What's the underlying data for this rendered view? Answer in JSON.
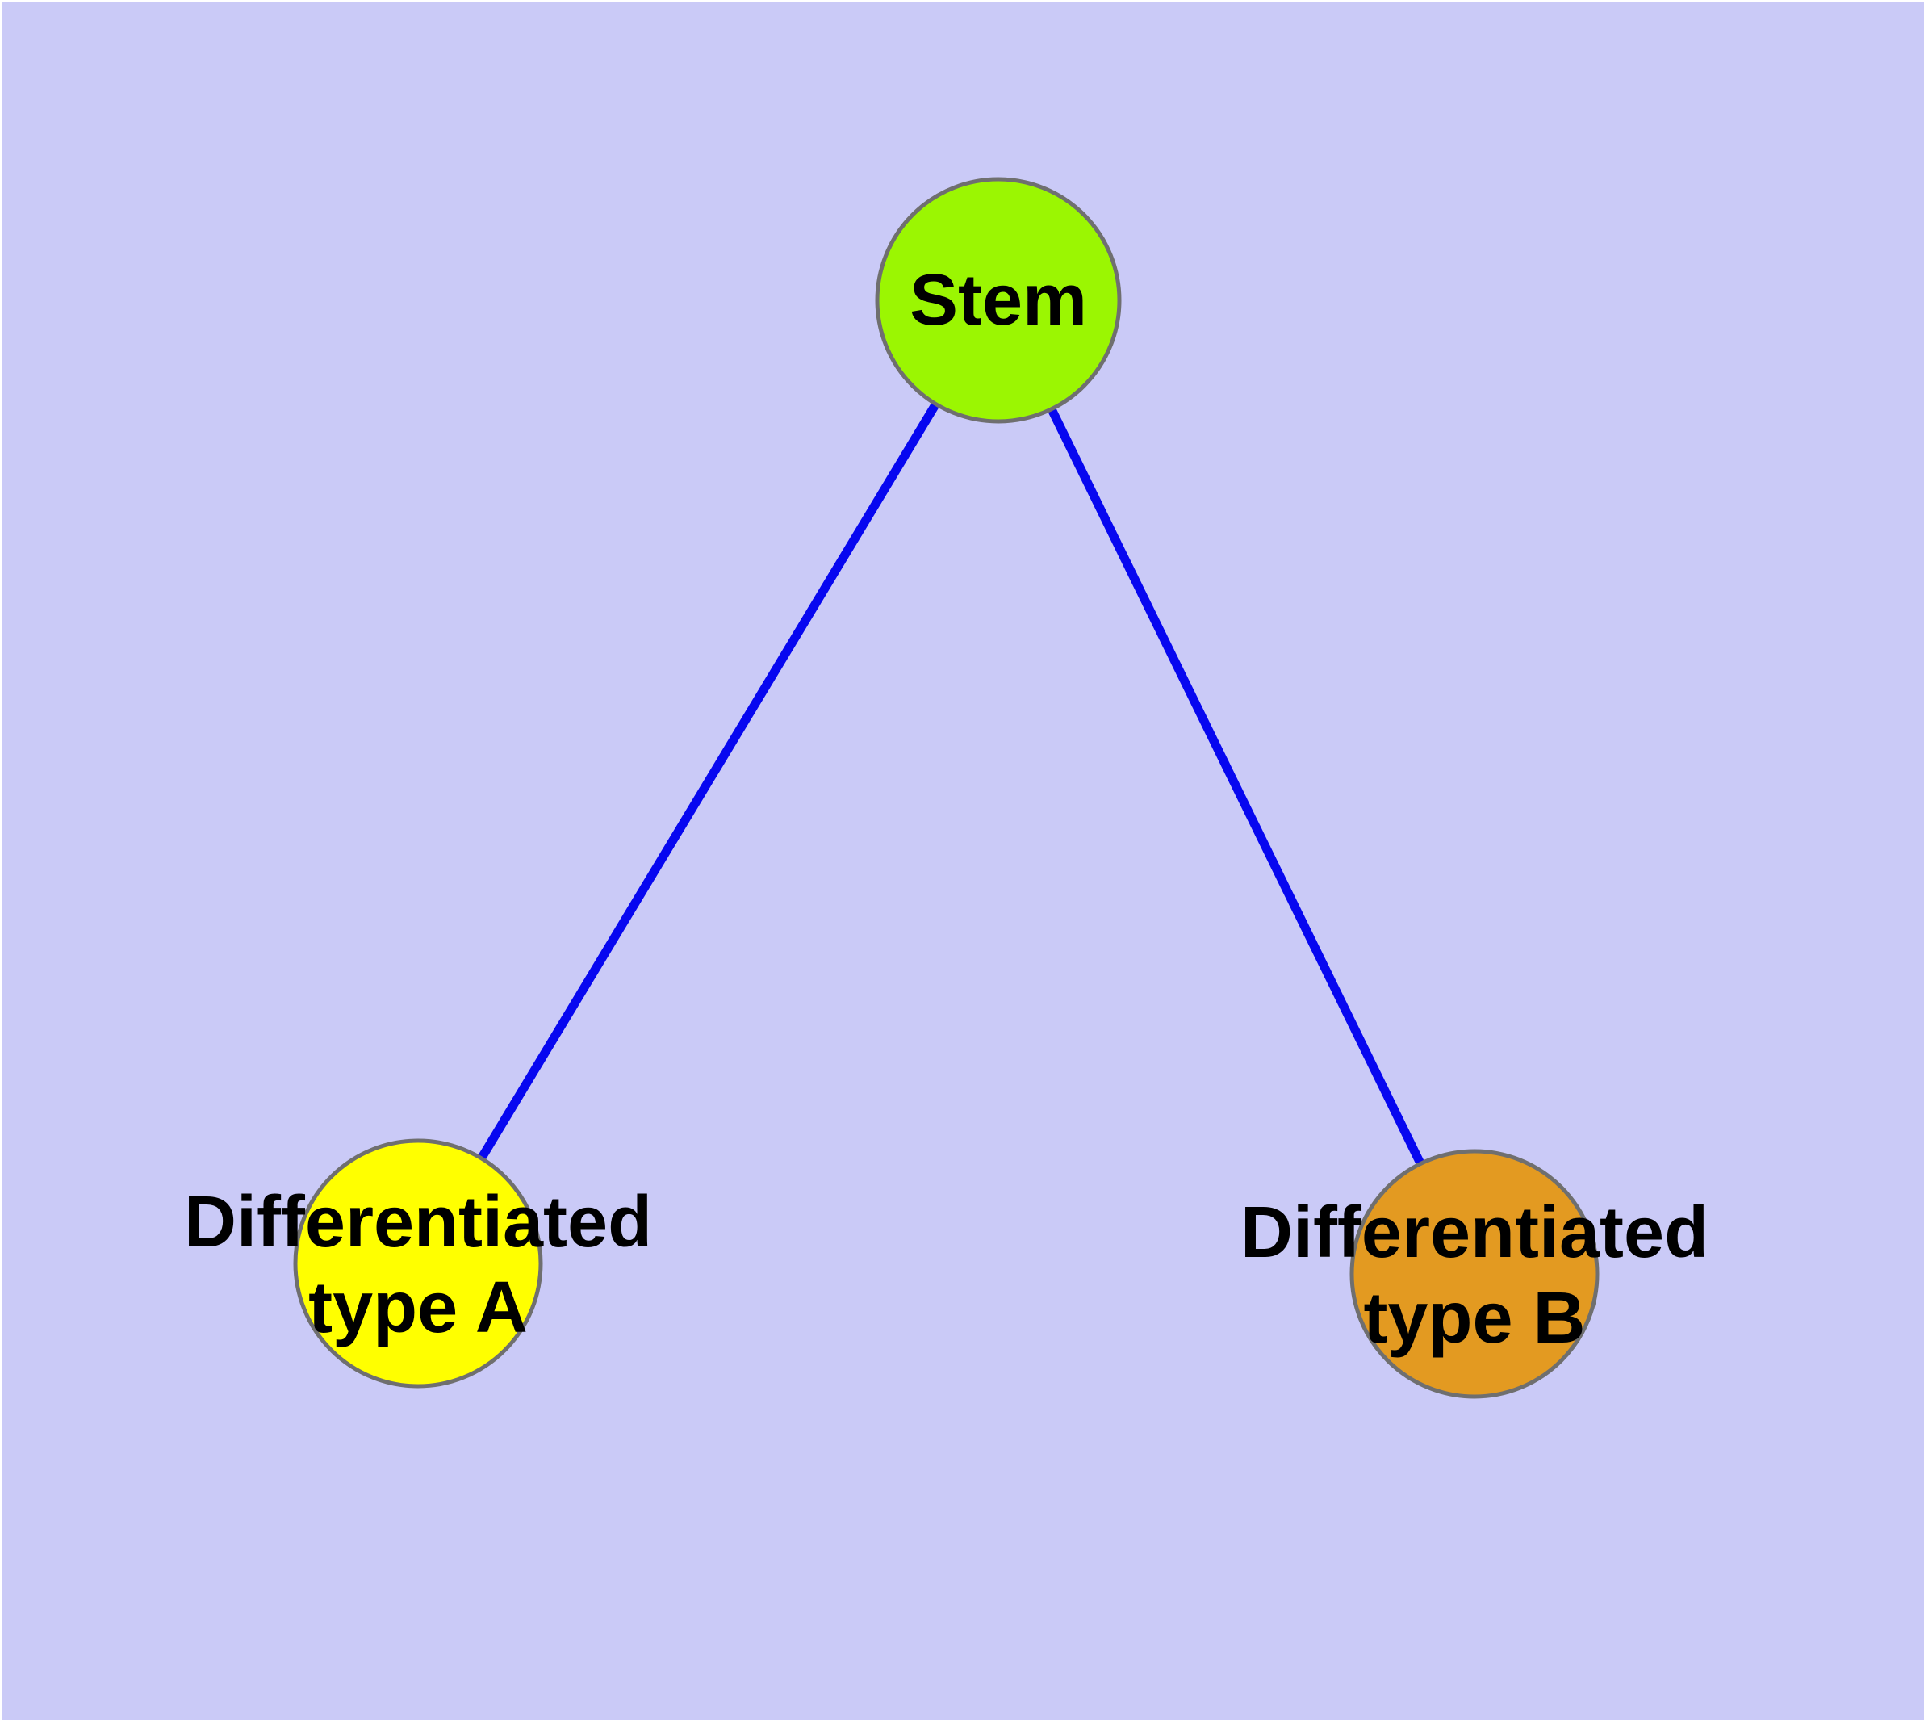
{
  "diagram": {
    "background_color": "#CACAF7",
    "page_margin_color": "#FFFFFF",
    "edge_color": "#0707F0",
    "node_border_color": "#6F6F6F",
    "nodes": {
      "stem": {
        "label": "Stem",
        "fill": "#9BF602"
      },
      "type_a": {
        "label_line1": "Differentiated",
        "label_line2": "type A",
        "fill": "#FFFF00"
      },
      "type_b": {
        "label_line1": "Differentiated",
        "label_line2": "type B",
        "fill": "#E39A21"
      }
    },
    "edges": [
      {
        "from": "Stem",
        "to": "Differentiated type A"
      },
      {
        "from": "Stem",
        "to": "Differentiated type B"
      }
    ]
  }
}
